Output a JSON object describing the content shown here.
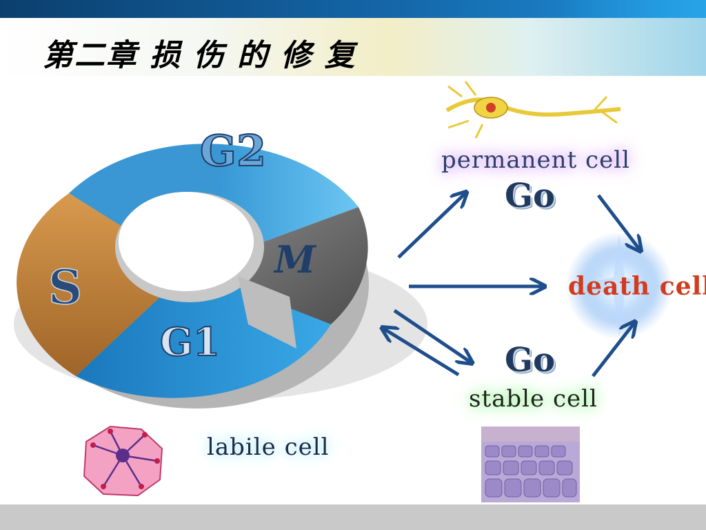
{
  "header": {
    "title": "第二章   损 伤 的 修 复"
  },
  "cycle": {
    "segments": [
      {
        "label": "G2",
        "color": "#3f9fdc"
      },
      {
        "label": "M",
        "color": "#6b6b6b"
      },
      {
        "label": "G1",
        "color": "#2387c8"
      },
      {
        "label": "S",
        "color": "#c7843a"
      }
    ]
  },
  "cells": {
    "permanent": "permanent  cell",
    "stable": "stable cell",
    "labile": "labile cell",
    "death": "death  cell",
    "go_top": "Go",
    "go_bottom": "Go"
  },
  "colors": {
    "arrow": "#1f4e8c",
    "death": "#d23c1e"
  }
}
